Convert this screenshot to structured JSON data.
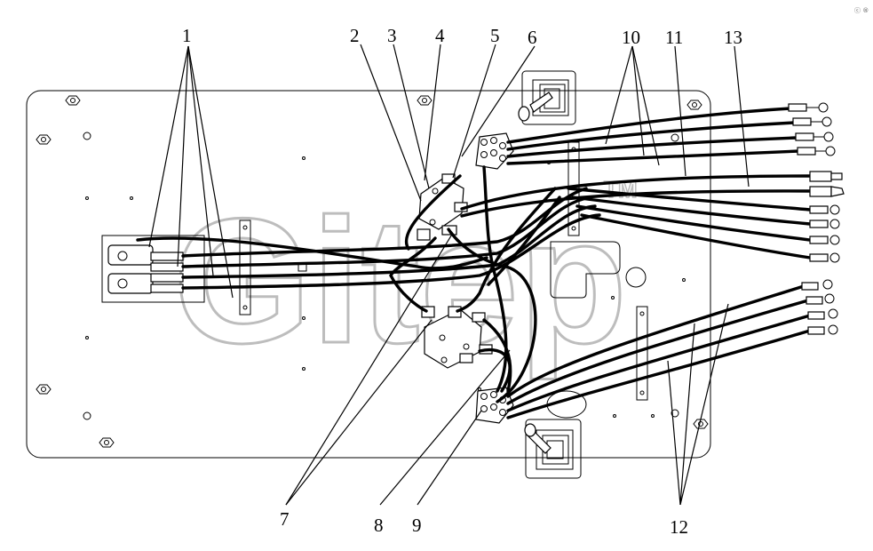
{
  "watermark": {
    "text": "Gitep",
    "trademark": "TM"
  },
  "corner_mark": "ⓒ ®",
  "callouts": {
    "c1": "1",
    "c2": "2",
    "c3": "3",
    "c4": "4",
    "c5": "5",
    "c6": "6",
    "c7": "7",
    "c8": "8",
    "c9": "9",
    "c10": "10",
    "c11": "11",
    "c12": "12",
    "c13": "13"
  }
}
